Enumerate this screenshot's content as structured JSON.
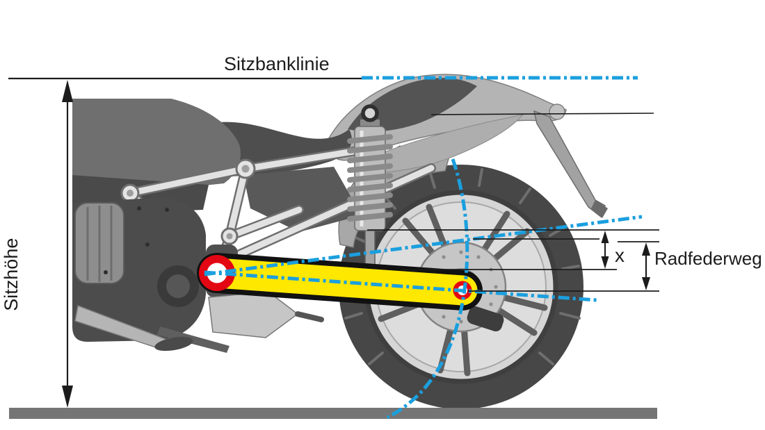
{
  "diagram": {
    "description": "Motorcycle rear suspension geometry diagram: seat height vs. rear wheel travel",
    "labels": {
      "seat_line": "Sitzbanklinie",
      "seat_height": "Sitzhöhe",
      "sag_dimension": "x",
      "wheel_travel": "Radfederweg"
    },
    "colors": {
      "annotation_blue": "#1b9fde",
      "swingarm_yellow": "#ffe800",
      "pivot_red": "#e30613",
      "ground_gray": "#757575",
      "line_black": "#1c1c1c"
    }
  }
}
